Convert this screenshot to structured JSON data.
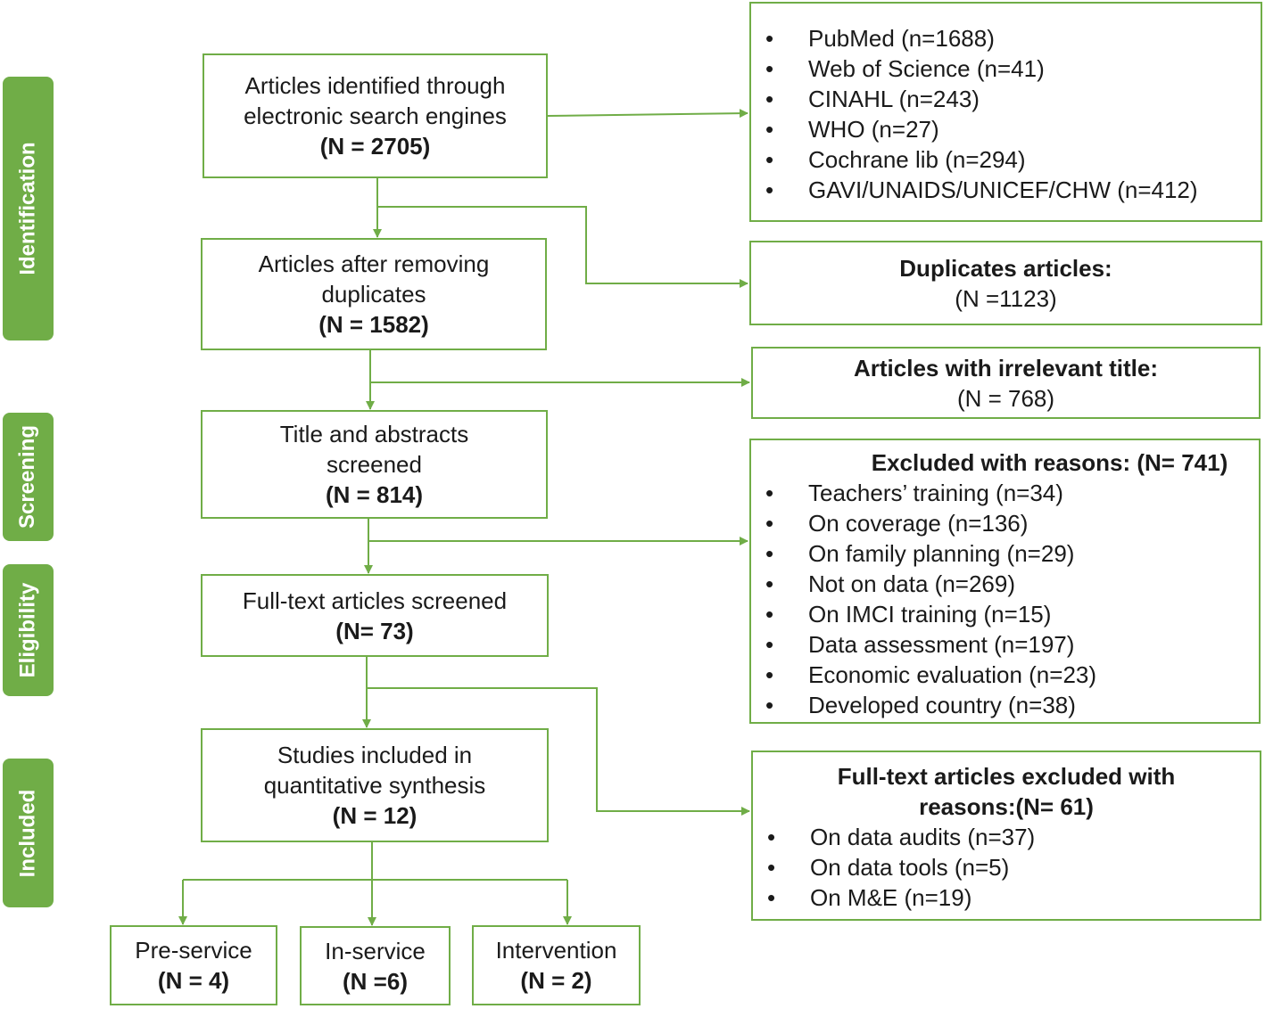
{
  "stages": {
    "identification": "Identification",
    "screening": "Screening",
    "eligibility": "Eligibility",
    "included": "Included"
  },
  "flow": {
    "identified": {
      "line1": "Articles identified through",
      "line2": "electronic search  engines",
      "count": "(N = 2705)"
    },
    "after_duplicates": {
      "line1": "Articles after removing",
      "line2": "duplicates",
      "count": "(N = 1582)"
    },
    "title_abstracts": {
      "line1": "Title and abstracts",
      "line2": "screened",
      "count": "(N = 814)"
    },
    "full_text": {
      "line1": "Full-text articles screened",
      "count": "(N= 73)"
    },
    "included": {
      "line1": "Studies included in",
      "line2": "quantitative synthesis",
      "count": "(N = 12)"
    },
    "pre_service": {
      "label": "Pre-service",
      "count": "(N = 4)"
    },
    "in_service": {
      "label": "In-service",
      "count": "(N =6)"
    },
    "intervention": {
      "label": "Intervention",
      "count": "(N = 2)"
    }
  },
  "side": {
    "sources": [
      "PubMed (n=1688)",
      "Web of Science  (n=41)",
      "CINAHL (n=243)",
      "WHO (n=27)",
      "Cochrane lib (n=294)",
      "GAVI/UNAIDS/UNICEF/CHW (n=412)"
    ],
    "duplicates": {
      "title": "Duplicates articles:",
      "count": "(N =1123)"
    },
    "irrelevant": {
      "title": "Articles with irrelevant title:",
      "count": "(N = 768)"
    },
    "excluded": {
      "title": "Excluded with reasons: (N= 741)",
      "items": [
        "Teachers’ training (n=34)",
        "On coverage  (n=136)",
        "On family planning (n=29)",
        "Not on data (n=269)",
        "On IMCI training (n=15)",
        "Data assessment (n=197)",
        "Economic evaluation  (n=23)",
        "Developed country (n=38)"
      ]
    },
    "fulltext_excluded": {
      "title_line1": "Full-text articles excluded with",
      "title_line2": "reasons:(N= 61)",
      "items": [
        "On data audits (n=37)",
        "On data tools (n=5)",
        "On M&E (n=19)"
      ]
    }
  },
  "colors": {
    "accent": "#70ad47",
    "text": "#1a1a1a",
    "background": "#ffffff"
  }
}
